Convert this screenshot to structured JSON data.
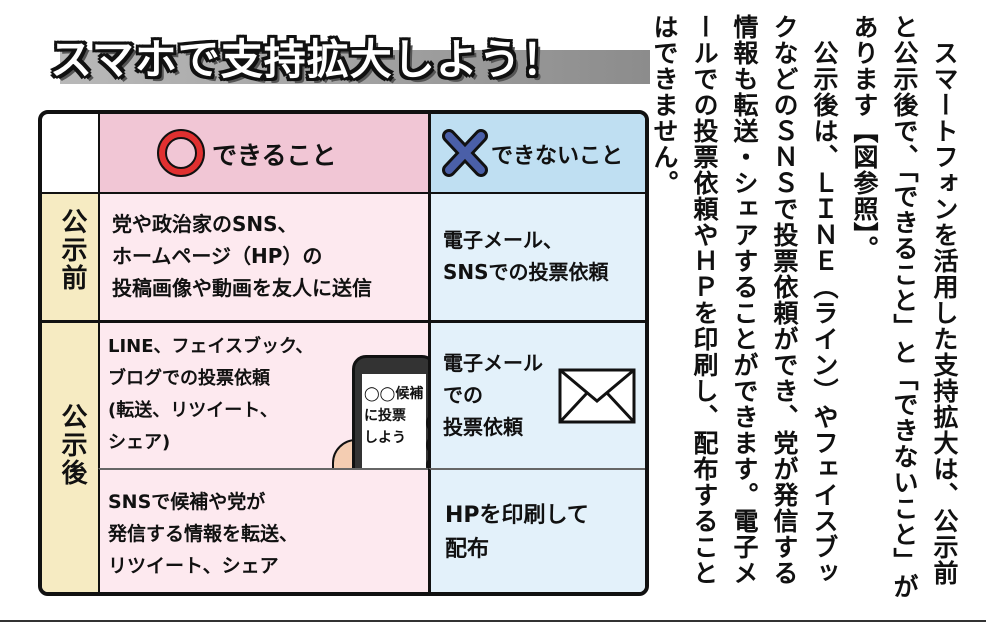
{
  "title": "スマホで支持拡大しよう！",
  "table": {
    "header_can_symbol": "◯",
    "header_can": "できること",
    "header_cannot_symbol": "✕",
    "header_cannot": "できないこと",
    "row_before_label": "公示前",
    "row_after_label": "公示後",
    "can_before": [
      "党や政治家のSNS、",
      "ホームページ（HP）の",
      "投稿画像や動画を友人に送信"
    ],
    "can_after_1": [
      "LINE、フェイスブック、",
      "ブログでの投票依頼",
      "(転送、リツイート、",
      "シェア)"
    ],
    "can_after_2": [
      "SNSで候補や党が",
      "発信する情報を転送、",
      "リツイート、シェア"
    ],
    "phone_text": [
      "◯◯候補",
      "に投票",
      "しよう"
    ],
    "cannot_before": [
      "電子メール、",
      "SNSでの投票依頼"
    ],
    "cannot_after_1": [
      "電子メール",
      "での",
      "投票依頼"
    ],
    "cannot_after_2": [
      "HPを印刷して",
      "配布"
    ],
    "accent_can": "#f1c6d5",
    "accent_cannot": "#bfdff2",
    "accent_side": "#f6ebc2",
    "icons": [
      "circle-icon",
      "cross-icon",
      "envelope-icon",
      "smartphone-icon"
    ]
  },
  "article": {
    "paragraphs": [
      "　スマートフォンを活用した支持拡大は、公示前と公示後で、「できること」と「できないこと」があります【図参照】。",
      "　公示後は、ＬＩＮＥ（ライン）やフェイスブックなどのＳＮＳで投票依頼ができ、党が発信する情報も転送・シェアすることができます。電子メールでの投票依頼やＨＰを印刷し、配布することはできません。"
    ],
    "ruby": "ライン"
  }
}
